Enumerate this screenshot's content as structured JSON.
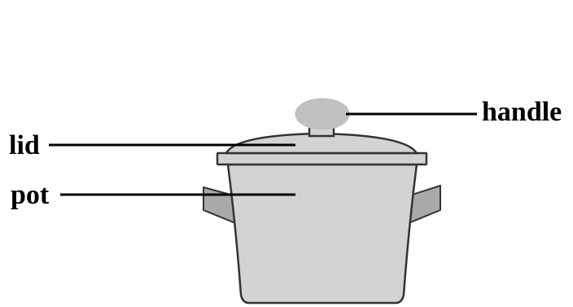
{
  "labels": {
    "handle": "handle",
    "lid": "lid",
    "pot": "pot"
  },
  "colors": {
    "pot_body": "#d3d3d3",
    "handle_knob": "#c0c0c0",
    "side_handle": "#a9a9a9",
    "outline": "#333333",
    "leader_line": "#000000"
  }
}
